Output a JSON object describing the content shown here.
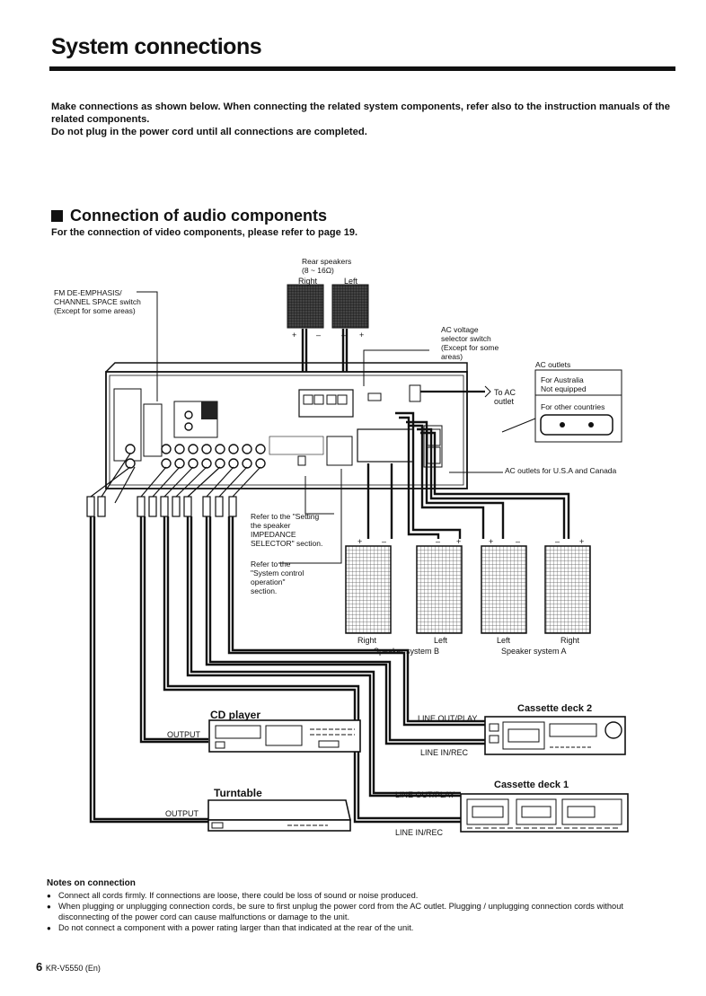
{
  "page": {
    "title": "System connections",
    "intro": [
      "Make connections as shown below.  When connecting the related system components, refer also to the instruction manuals of the related components.",
      "Do not plug in the power cord until all connections are completed."
    ]
  },
  "section": {
    "heading": "Connection of audio components",
    "subheading": "For the connection of video components, please refer to page 19."
  },
  "diagram": {
    "rear_speakers": "Rear speakers\n(8 ~ 16Ω)",
    "rear_right": "Right",
    "rear_left": "Left",
    "fm_switch": "FM DE-EMPHASIS/\nCHANNEL SPACE switch\n(Except for some areas)",
    "ac_voltage": "AC voltage\nselector switch\n(Except for some\nareas)",
    "ac_outlets": "AC outlets",
    "australia": "For Australia\nNot equipped",
    "other_countries": "For other countries",
    "to_ac_outlet": "To AC\noutlet",
    "ac_usa": "AC outlets for U.S.A and Canada",
    "setting_ref": "Refer to the \"Setting\nthe speaker\nIMPEDANCE\nSELECTOR\" section.",
    "system_ref": "Refer to the\n\"System control\noperation\"\nsection.",
    "spk_right": "Right",
    "spk_left_b": "Left",
    "spk_left_a": "Left",
    "spk_right_a": "Right",
    "speaker_b": "Speaker system B",
    "speaker_a": "Speaker system A",
    "cd_player": "CD player",
    "cd_output": "OUTPUT",
    "cassette2": "Cassette deck 2",
    "c2_line_out": "LINE OUT/PLAY",
    "c2_line_in": "LINE IN/REC",
    "turntable": "Turntable",
    "tt_output": "OUTPUT",
    "cassette1": "Cassette deck 1",
    "c1_line_out": "LINE OUT/PLAY",
    "c1_line_in": "LINE IN/REC",
    "plus": "+",
    "minus": "–"
  },
  "notes": {
    "heading": "Notes on connection",
    "items": [
      "Connect all cords firmly. If connections are loose, there could be loss of sound or noise produced.",
      "When plugging or unplugging connection cords, be sure to first unplug the power cord from the AC outlet. Plugging / unplugging connection cords without disconnecting of the power cord can cause malfunctions or damage to the unit.",
      "Do not connect a component with a power rating larger than that indicated at the rear of the unit."
    ]
  },
  "footer": {
    "page_number": "6",
    "model": "KR-V5550 (En)"
  }
}
